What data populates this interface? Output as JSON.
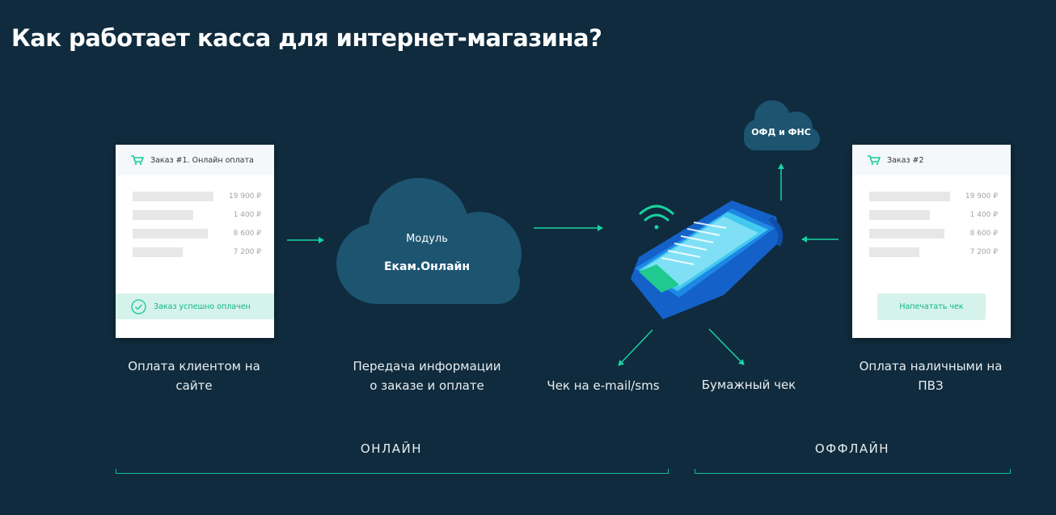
{
  "title": "Как работает касса для интернет-магазина?",
  "online_card": {
    "header": "Заказ #1. Онлайн оплата",
    "prices": [
      "19 900 ₽",
      "1 400 ₽",
      "8 600 ₽",
      "7 200 ₽"
    ],
    "status": "Заказ успешно оплачен"
  },
  "offline_card": {
    "header": "Заказ #2",
    "prices": [
      "19 900 ₽",
      "1 400 ₽",
      "8 600 ₽",
      "7 200 ₽"
    ],
    "button": "Напечатать чек"
  },
  "module_cloud": {
    "line1": "Модуль",
    "line2": "Екам.Онлайн"
  },
  "ofd_cloud": {
    "label": "ОФД и ФНС"
  },
  "captions": {
    "client_payment": [
      "Оплата клиентом на",
      "сайте"
    ],
    "transfer": [
      "Передача информации",
      "о заказе и оплате"
    ],
    "email_receipt": "Чек на e-mail/sms",
    "paper_receipt": "Бумажный чек",
    "cash_payment": [
      "Оплата наличными на",
      "ПВЗ"
    ]
  },
  "sections": {
    "online": "ОНЛАЙН",
    "offline": "ОФФЛАЙН"
  },
  "colors": {
    "background": "#0f2b3d",
    "accent": "#19d3a2",
    "cloud": "#1d5470",
    "terminal": "#1e88e5"
  }
}
